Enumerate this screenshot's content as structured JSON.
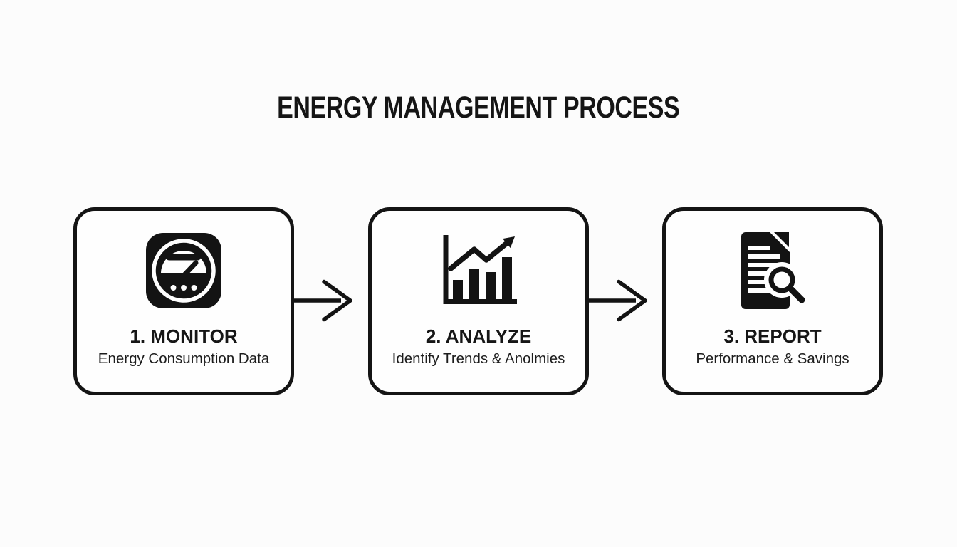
{
  "title": "ENERGY MANAGEMENT PROCESS",
  "steps": [
    {
      "heading": "1. MONITOR",
      "description": "Energy Consumption Data",
      "icon": "gauge-meter-icon"
    },
    {
      "heading": "2. ANALYZE",
      "description": "Identify Trends & Anolmies",
      "icon": "bar-chart-trend-icon"
    },
    {
      "heading": "3. REPORT",
      "description": "Performance & Savings",
      "icon": "document-magnifier-icon"
    }
  ],
  "connectors": [
    {
      "type": "arrow-right"
    },
    {
      "type": "arrow-right"
    }
  ],
  "colors": {
    "background": "#fcfcfc",
    "foreground": "#161616",
    "card_border": "#141414",
    "card_background": "#fefefe",
    "icon_color": "#131313"
  }
}
